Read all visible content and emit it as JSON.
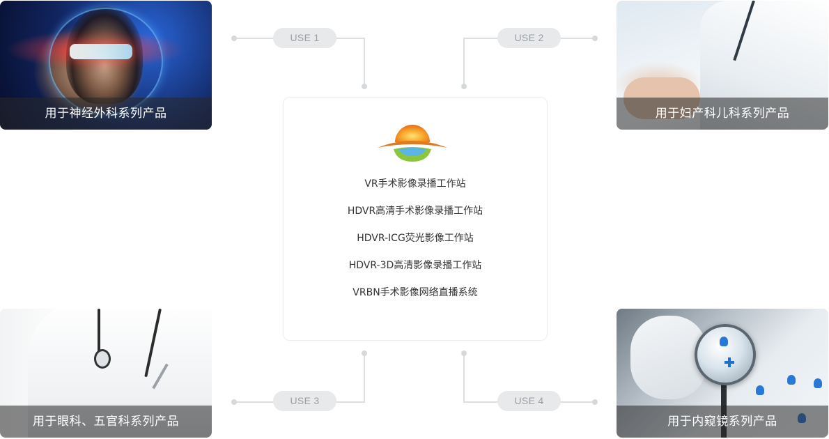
{
  "cards": [
    {
      "id": "tl",
      "caption": "用于神经外科系列产品"
    },
    {
      "id": "tr",
      "caption": "用于妇产科儿科系列产品"
    },
    {
      "id": "bl",
      "caption": "用于眼科、五官科系列产品"
    },
    {
      "id": "br",
      "caption": "用于内窥镜系列产品"
    }
  ],
  "uses": [
    "USE 1",
    "USE 2",
    "USE 3",
    "USE 4"
  ],
  "products": [
    "VR手术影像录播工作站",
    "HDVR高清手术影像录播工作站",
    "HDVR-ICG荧光影像工作站",
    "HDVR-3D高清影像录播工作站",
    "VRBN手术影像网络直播系统"
  ],
  "logo": {
    "icon": "sunrise-logo-icon",
    "sun_color": "#f0891c",
    "wave_color": "#8cc63f",
    "water_color": "#5ab4e5"
  },
  "colors": {
    "line": "#dcdfe2",
    "pill_bg": "#e8e9eb",
    "pill_text": "#9a9ea3",
    "text": "#333333"
  }
}
